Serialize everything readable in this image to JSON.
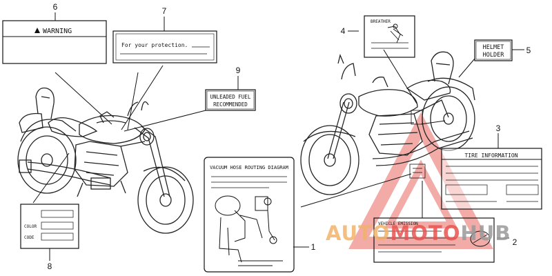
{
  "callouts": {
    "c1": "1",
    "c2": "2",
    "c3": "3",
    "c4": "4",
    "c5": "5",
    "c6": "6",
    "c7": "7",
    "c8": "8",
    "c9": "9"
  },
  "labels": {
    "warning": "WARNING",
    "protection": "For your protection.",
    "unleaded_line1": "UNLEADED FUEL",
    "unleaded_line2": "RECOMMENDED",
    "breather": "BREATHER",
    "helmet_line1": "HELMET",
    "helmet_line2": "HOLDER",
    "tire_information": "TIRE INFORMATION",
    "vacuum_hose": "VACUUM HOSE ROUTING DIAGRAM",
    "vehicle_emission": "VEHICLE EMISSION",
    "color": "COLOR",
    "code": "CODE"
  },
  "watermark": {
    "part1": "AUTO",
    "part2": "MOTO",
    "part3": "HUB",
    "colors": {
      "orange": "#f2b36b",
      "red": "#e9534f",
      "gray": "#9a9a9a"
    }
  }
}
